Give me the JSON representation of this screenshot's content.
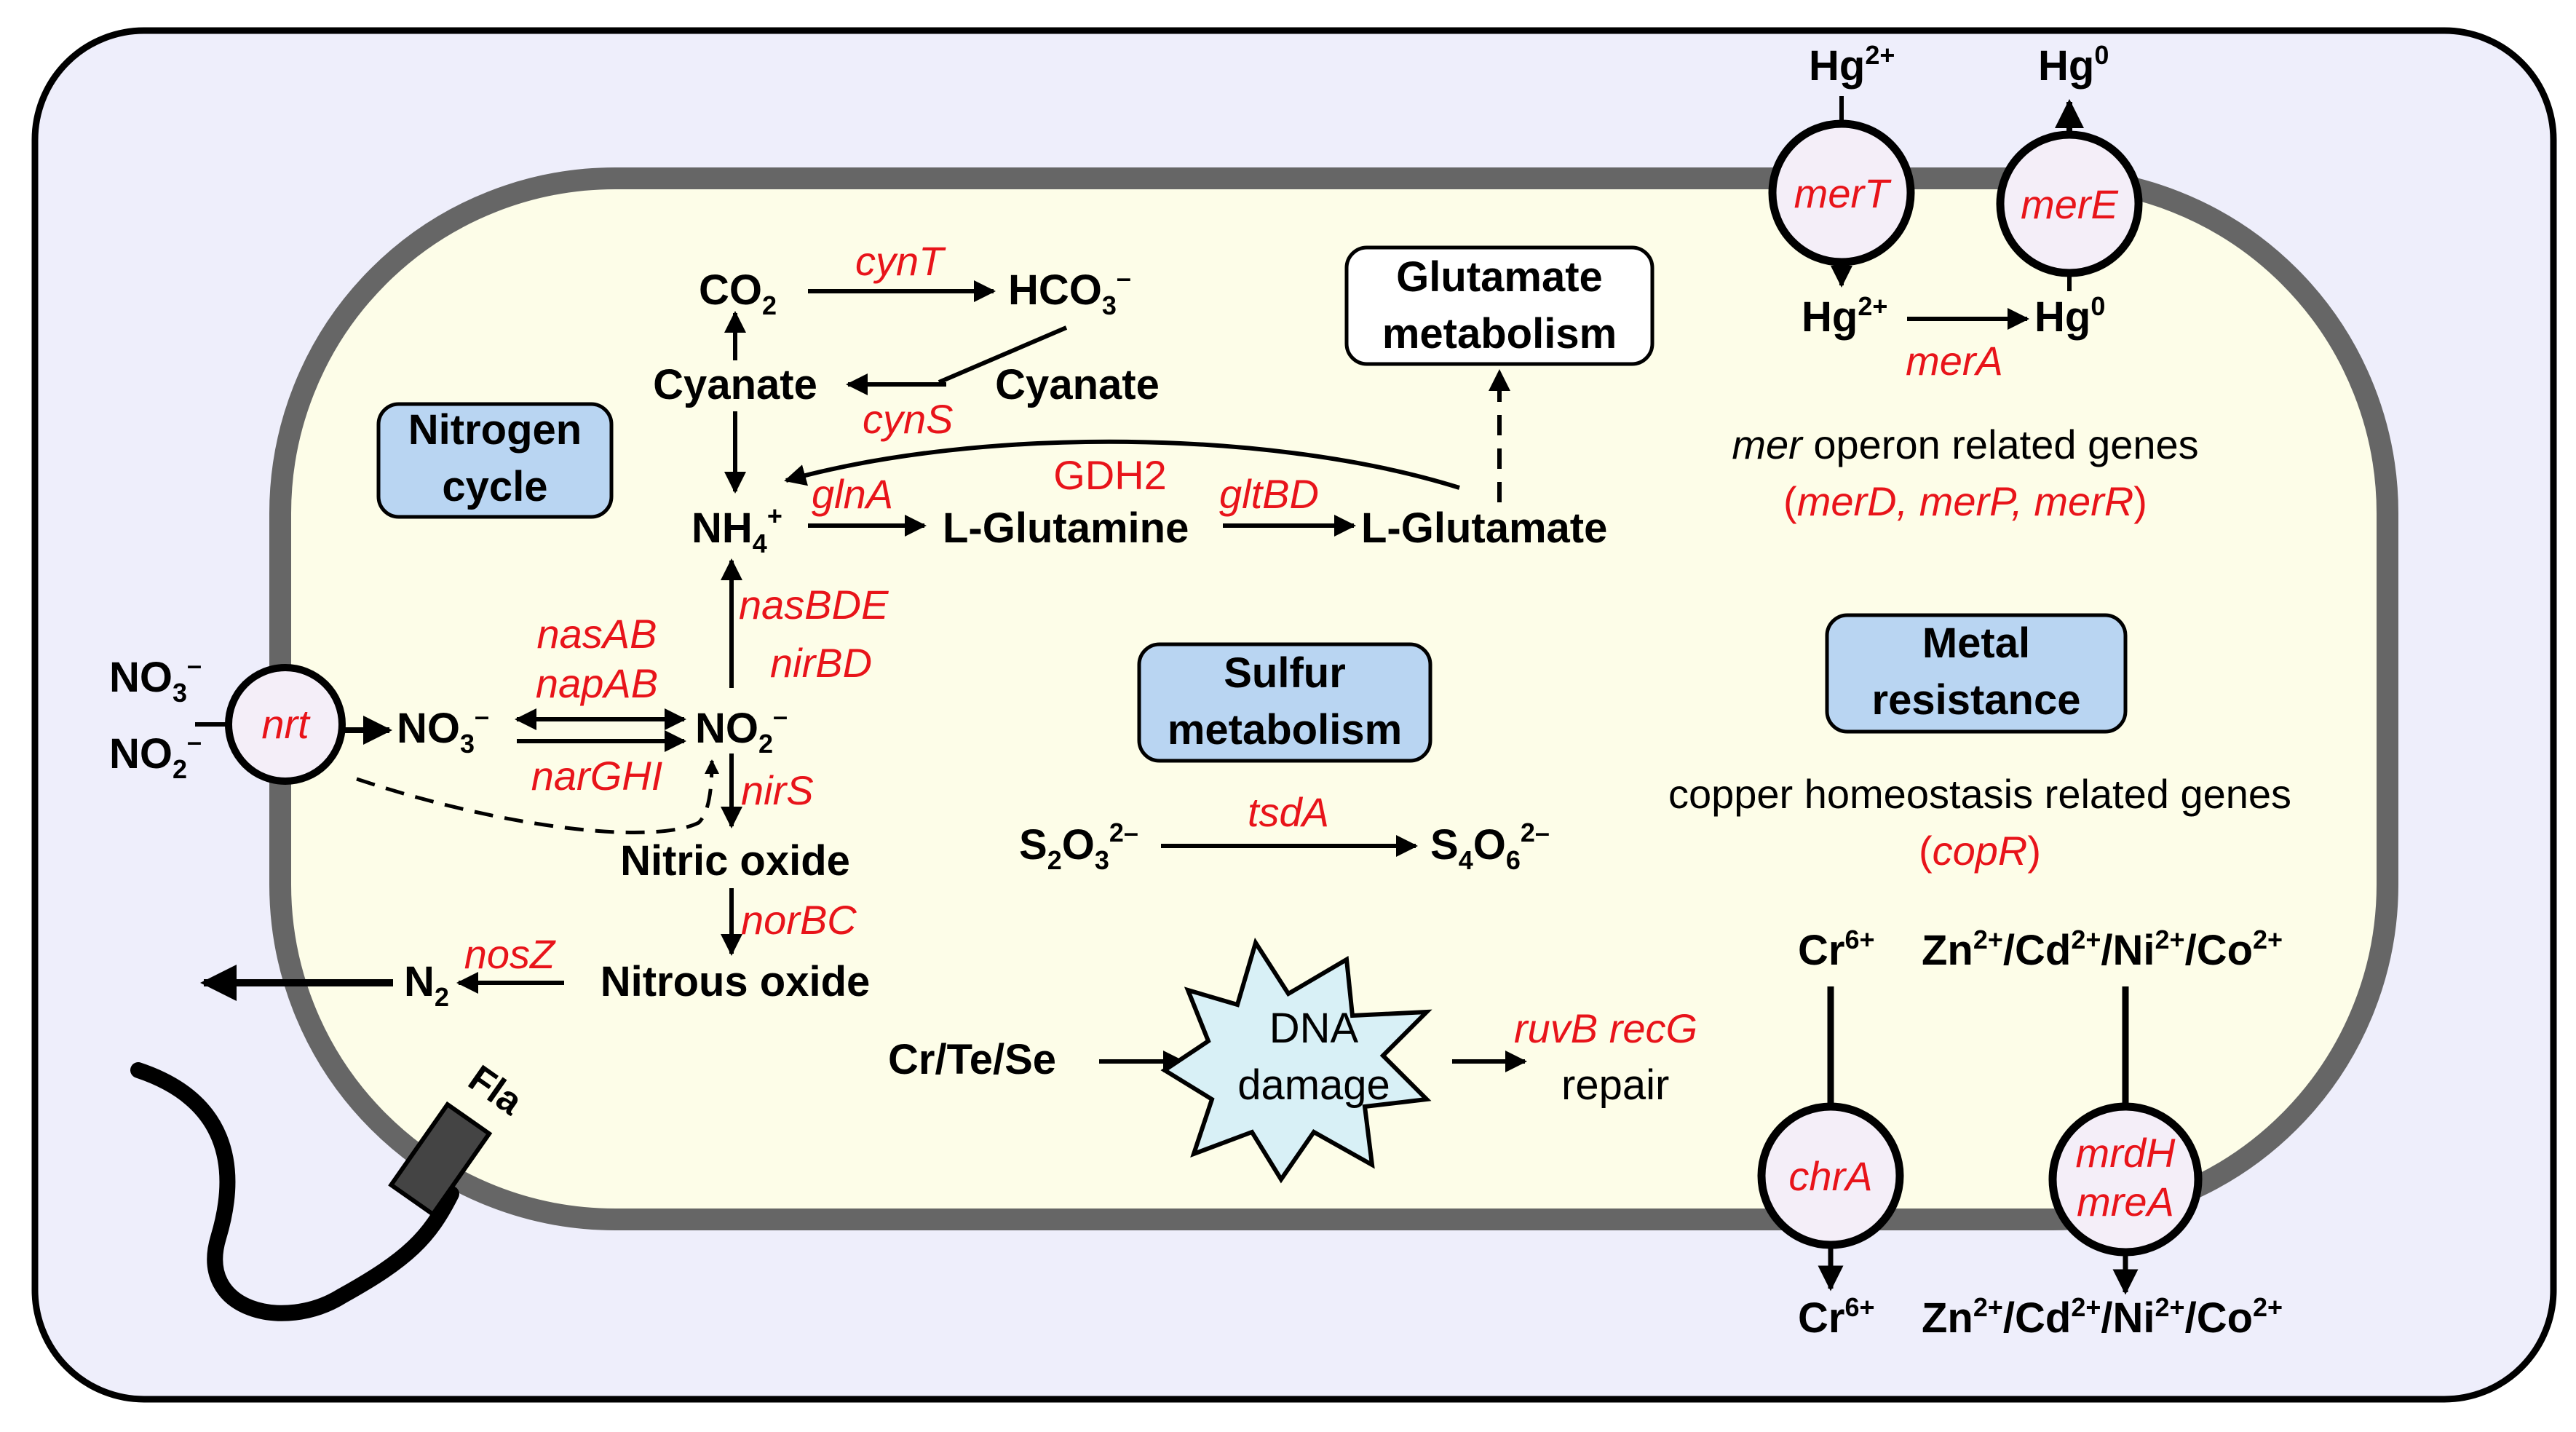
{
  "colors": {
    "outer_fill": "#eeeefb",
    "cell_fill": "#fdfde8",
    "cell_border": "#666666",
    "category_box_fill": "#b9d5f2",
    "gene_red": "#e8141a",
    "dna_damage_fill": "#d8f0f6",
    "transporter_fill": "#f4eef8"
  },
  "categories": {
    "nitrogen": [
      "Nitrogen",
      "cycle"
    ],
    "glutamate": [
      "Glutamate",
      "metabolism"
    ],
    "sulfur": [
      "Sulfur",
      "metabolism"
    ],
    "metal": [
      "Metal",
      "resistance"
    ]
  },
  "nitrogen": {
    "co2": "CO",
    "co2_sub": "2",
    "hco3": "HCO",
    "hco3_sub": "3",
    "hco3_sup": "–",
    "cyanate_left": "Cyanate",
    "cyanate_right": "Cyanate",
    "nh4": "NH",
    "nh4_sub": "4",
    "nh4_sup": "+",
    "l_glutamine": "L-Glutamine",
    "l_glutamate": "L-Glutamate",
    "no3_ext": "NO",
    "no3_ext_sub": "3",
    "no3_ext_sup": "–",
    "no2_ext": "NO",
    "no2_ext_sub": "2",
    "no2_ext_sup": "–",
    "no3_in": "NO",
    "no3_in_sub": "3",
    "no3_in_sup": "–",
    "no2_in": "NO",
    "no2_in_sub": "2",
    "no2_in_sup": "–",
    "nitric_oxide": "Nitric oxide",
    "nitrous_oxide": "Nitrous oxide",
    "n2": "N",
    "n2_sub": "2"
  },
  "genes": {
    "cynT": "cynT",
    "cynS": "cynS",
    "glnA": "glnA",
    "gdh2": "GDH2",
    "gltBD": "gltBD",
    "nasBDE": "nasBDE",
    "nirBD": "nirBD",
    "nasAB": "nasAB",
    "napAB": "napAB",
    "narGHI": "narGHI",
    "nirS": "nirS",
    "norBC": "norBC",
    "nosZ": "nosZ",
    "nrt": "nrt",
    "tsdA": "tsdA",
    "ruvB_recG": "ruvB recG",
    "merT": "merT",
    "merE": "merE",
    "merA": "merA",
    "chrA": "chrA",
    "mrdH": "mrdH",
    "mreA": "mreA"
  },
  "sulfur": {
    "s2o3_parts": [
      "S",
      "2",
      "O",
      "3",
      "2–"
    ],
    "s4o6_parts": [
      "S",
      "4",
      "O",
      "6",
      "2–"
    ]
  },
  "dna": {
    "input": "Cr/Te/Se",
    "damage": [
      "DNA",
      "damage"
    ],
    "repair": "repair"
  },
  "metals": {
    "hg2_parts": [
      "Hg",
      "2+"
    ],
    "hg0_parts": [
      "Hg",
      "0"
    ],
    "mer_operon_italic": "mer",
    "mer_operon_rest": " operon related genes",
    "mer_genes_open": "(",
    "mer_genes": "merD, merP, merR",
    "mer_genes_close": ")",
    "copper_label": "copper homeostasis related genes",
    "copper_open": "(",
    "copper_gene": "copR",
    "copper_close": ")",
    "cr6": "Cr",
    "cr6_sup": "6+",
    "zn": "Zn",
    "cd": "Cd",
    "ni": "Ni",
    "co": "Co",
    "ion_sup": "2+",
    "slash": "/"
  },
  "flagellum": "Fla"
}
